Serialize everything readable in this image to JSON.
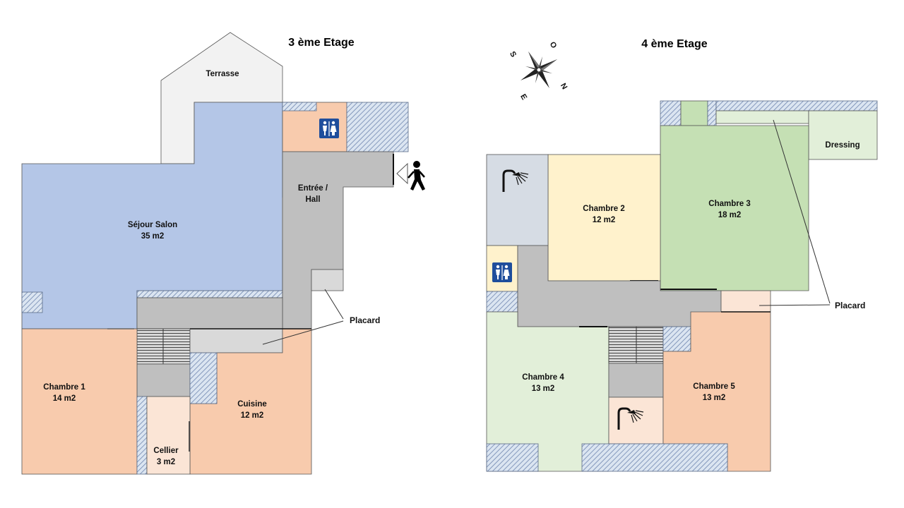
{
  "floor3": {
    "title": "3 ème Etage",
    "rooms": {
      "terrasse": "Terrasse",
      "sejour_name": "Séjour Salon",
      "sejour_area": "35 m2",
      "entree_line1": "Entrée /",
      "entree_line2": "Hall",
      "chambre1_name": "Chambre 1",
      "chambre1_area": "14 m2",
      "cuisine_name": "Cuisine",
      "cuisine_area": "12 m2",
      "cellier_name": "Cellier",
      "cellier_area": "3 m2"
    },
    "placard": "Placard",
    "icons": [
      "restroom-icon",
      "walking-person-icon"
    ]
  },
  "floor4": {
    "title": "4 ème Etage",
    "rooms": {
      "dressing": "Dressing",
      "chambre2_name": "Chambre 2",
      "chambre2_area": "12 m2",
      "chambre3_name": "Chambre 3",
      "chambre3_area": "18 m2",
      "chambre4_name": "Chambre 4",
      "chambre4_area": "13 m2",
      "chambre5_name": "Chambre 5",
      "chambre5_area": "13 m2"
    },
    "placard": "Placard",
    "icons": [
      "shower-icon",
      "restroom-icon",
      "shower-icon"
    ]
  },
  "compass": {
    "north": "N",
    "south": "S",
    "east": "E",
    "west": "O"
  },
  "colors": {
    "living_blue": "#b4c6e7",
    "bedroom_orange": "#f8cbad",
    "circulation_gray": "#bfbfbf",
    "terrace_gray": "#f2f2f2",
    "bedroom_yellow": "#fff2cc",
    "bedroom_green": "#c5e0b4",
    "bedroom_light_green": "#e2efd9",
    "bathroom_blue_gray": "#d6dce4",
    "light_peach": "#fbe5d6",
    "sign_blue": "#1f4e9c"
  }
}
